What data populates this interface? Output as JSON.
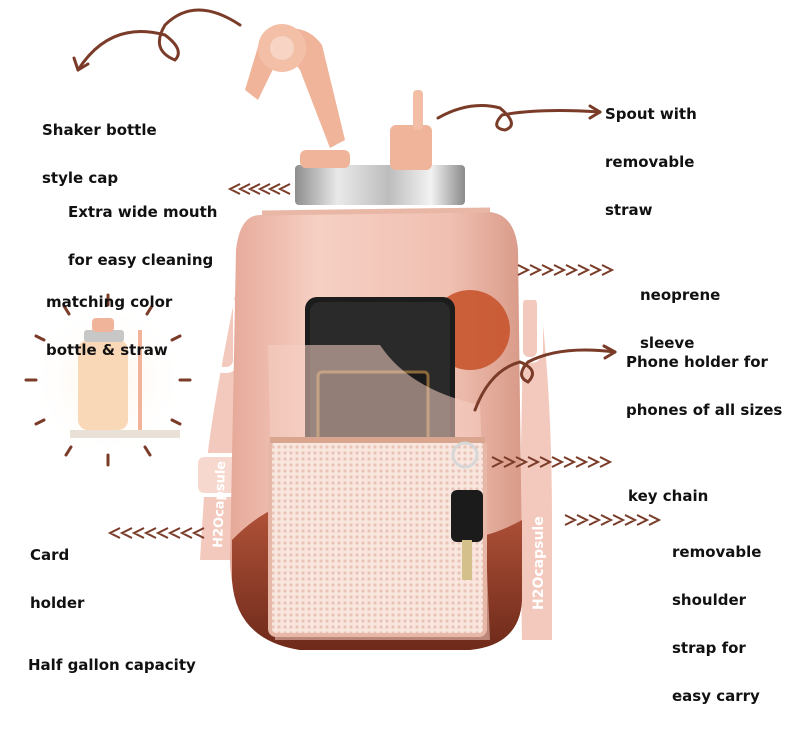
{
  "colors": {
    "sleeve_pink": "#f2c4b6",
    "sleeve_shadow": "#e2a898",
    "cap_pink": "#f0b49a",
    "accent_brown": "#8a3b26",
    "arrow_brown": "#7a3b28",
    "rust_dot": "#c8552e",
    "mesh": "#f7e2da",
    "metal": "#c9c9c9",
    "strap": "#f4c9bd",
    "clip_white": "#ffffff"
  },
  "callouts": {
    "cap": {
      "lines": [
        "Shaker bottle",
        "style cap"
      ]
    },
    "spout": {
      "lines": [
        "Spout with",
        "removable",
        "straw"
      ]
    },
    "mouth": {
      "lines": [
        "Extra wide mouth",
        "for easy cleaning"
      ]
    },
    "sleeve": {
      "lines": [
        "neoprene",
        "sleeve"
      ]
    },
    "matching": {
      "lines": [
        "matching color",
        "bottle & straw"
      ]
    },
    "phone": {
      "lines": [
        "Phone holder for",
        "phones of all sizes"
      ]
    },
    "keychain": {
      "lines": [
        "key chain"
      ]
    },
    "card": {
      "lines": [
        "Card",
        "holder"
      ]
    },
    "strap": {
      "lines": [
        "removable",
        "shoulder",
        "strap for",
        "easy carry"
      ]
    },
    "capacity": {
      "lines": [
        "Half gallon capacity"
      ]
    }
  },
  "brand": {
    "strap_text_left": "H2Ocapsule",
    "strap_text_right": "H2Ocapsule"
  },
  "icons": {
    "arrows": "curved-arrow-icon",
    "chevrons": "chevron-right-icon"
  }
}
